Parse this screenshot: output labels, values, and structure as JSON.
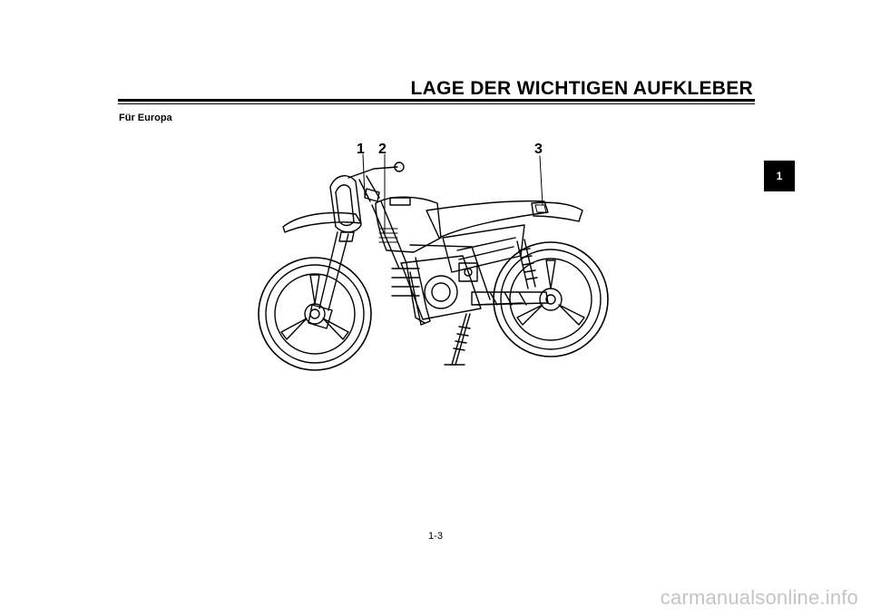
{
  "header": {
    "title": "LAGE DER WICHTIGEN AUFKLEBER"
  },
  "section": {
    "subtitle": "Für Europa"
  },
  "chapter_tab": {
    "label": "1"
  },
  "diagram": {
    "callouts": [
      {
        "label": "1"
      },
      {
        "label": "2"
      },
      {
        "label": "3"
      }
    ]
  },
  "footer": {
    "page_number": "1-3"
  },
  "watermark": {
    "text": "carmanualsonline.info"
  }
}
